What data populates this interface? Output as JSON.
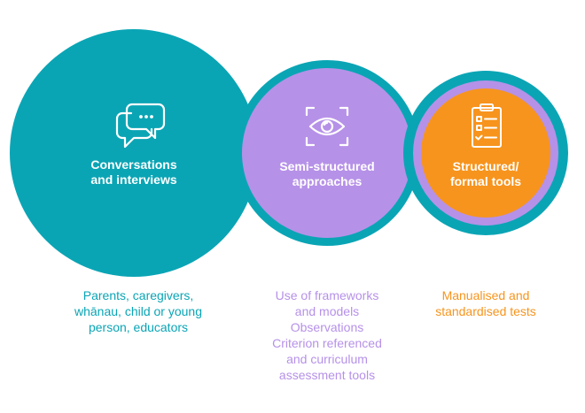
{
  "colors": {
    "teal": "#0aa5b5",
    "lavender": "#b691e8",
    "orange": "#f7941d",
    "white": "#ffffff"
  },
  "stages": [
    {
      "icon": "chat-bubbles-icon",
      "title_lines": [
        "Conversations",
        "and interviews"
      ],
      "desc_lines": [
        "Parents, caregivers,",
        "whānau, child or young",
        "person, educators"
      ]
    },
    {
      "icon": "eye-scan-icon",
      "title_lines": [
        "Semi-structured",
        "approaches"
      ],
      "desc_lines": [
        "Use of frameworks",
        "and models",
        "Observations",
        "Criterion referenced",
        "and curriculum",
        "assessment tools"
      ]
    },
    {
      "icon": "clipboard-checklist-icon",
      "title_lines": [
        "Structured/",
        "formal tools"
      ],
      "desc_lines": [
        "Manualised and",
        "standardised tests"
      ]
    }
  ]
}
